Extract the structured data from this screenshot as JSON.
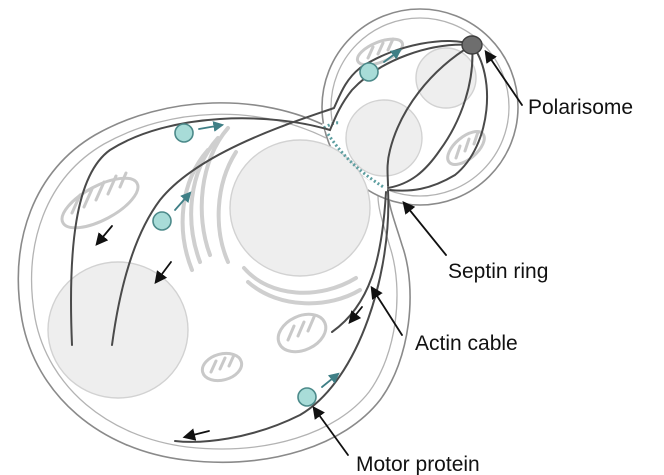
{
  "labels": {
    "polarisome": "Polarisome",
    "septin_ring": "Septin ring",
    "actin_cable": "Actin cable",
    "motor_protein": "Motor protein"
  },
  "colors": {
    "motor_protein_fill": "#a8dcd8",
    "motor_protein_stroke": "#4c8a8a",
    "polarisome_fill": "#6e6e6e",
    "actin_cable": "#4a4a4a",
    "septin_ring": "#5d9ea0"
  }
}
